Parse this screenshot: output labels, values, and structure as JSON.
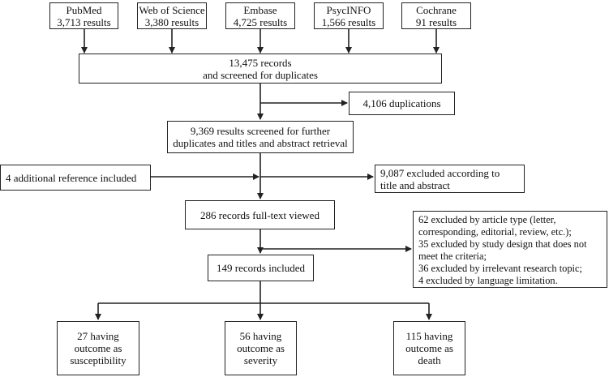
{
  "sources": [
    {
      "name": "PubMed",
      "count": "3,713 results"
    },
    {
      "name": "Web of Science",
      "count": "3,380 results"
    },
    {
      "name": "Embase",
      "count": "4,725 results"
    },
    {
      "name": "PsycINFO",
      "count": "1,566 results"
    },
    {
      "name": "Cochrane",
      "count": "91 results"
    }
  ],
  "combined": {
    "line1": "13,475 records",
    "line2": "and screened for duplicates"
  },
  "duplications": "4,106 duplications",
  "screened": {
    "line1": "9,369 results screened for further",
    "line2": "duplicates and titles and abstract retrieval"
  },
  "additional": "4 additional  reference included",
  "excluded_title": {
    "line1": "9,087 excluded according   to",
    "line2": "title and abstract"
  },
  "fulltext": "286 records full-text viewed",
  "excluded_fulltext": [
    "62  excluded  by  article  type  (letter,",
    "corresponding, editorial,  review,  etc.);",
    "35  excluded  by study design  that does  not",
    "meet the criteria;",
    "36  excluded by irrelevant  research  topic;",
    "4  excluded by language  limitation."
  ],
  "included": "149 records included",
  "outcomes": [
    {
      "line1": "27 having",
      "line2": "outcome as",
      "line3": "susceptibility"
    },
    {
      "line1": "56 having",
      "line2": "outcome as",
      "line3": "severity"
    },
    {
      "line1": "115 having",
      "line2": "outcome as",
      "line3": "death"
    }
  ]
}
